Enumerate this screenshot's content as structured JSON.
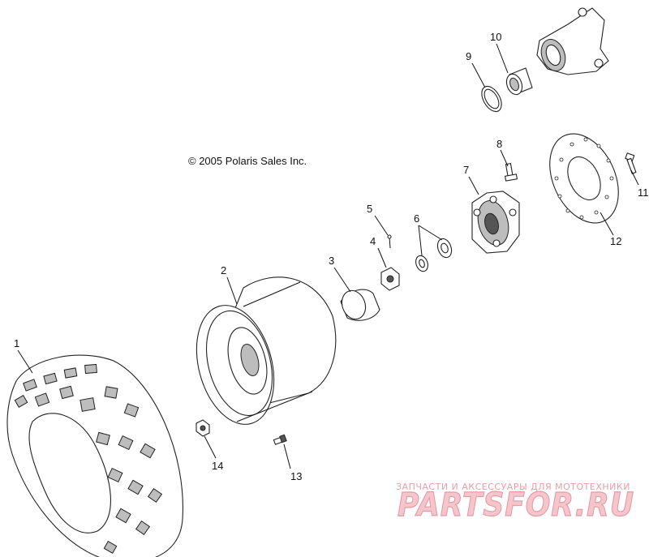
{
  "copyright": "© 2005 Polaris Sales Inc.",
  "callouts": [
    {
      "id": "1",
      "label": "1"
    },
    {
      "id": "2",
      "label": "2"
    },
    {
      "id": "3",
      "label": "3"
    },
    {
      "id": "4",
      "label": "4"
    },
    {
      "id": "5",
      "label": "5"
    },
    {
      "id": "6",
      "label": "6"
    },
    {
      "id": "7",
      "label": "7"
    },
    {
      "id": "8",
      "label": "8"
    },
    {
      "id": "9",
      "label": "9"
    },
    {
      "id": "10",
      "label": "10"
    },
    {
      "id": "11",
      "label": "11"
    },
    {
      "id": "12",
      "label": "12"
    },
    {
      "id": "13",
      "label": "13"
    },
    {
      "id": "14",
      "label": "14"
    }
  ],
  "watermark": {
    "tagline": "ЗАПЧАСТИ И АКСЕССУАРЫ ДЛЯ МОТОТЕХНИКИ",
    "brand": "PARTSFOR.RU"
  }
}
